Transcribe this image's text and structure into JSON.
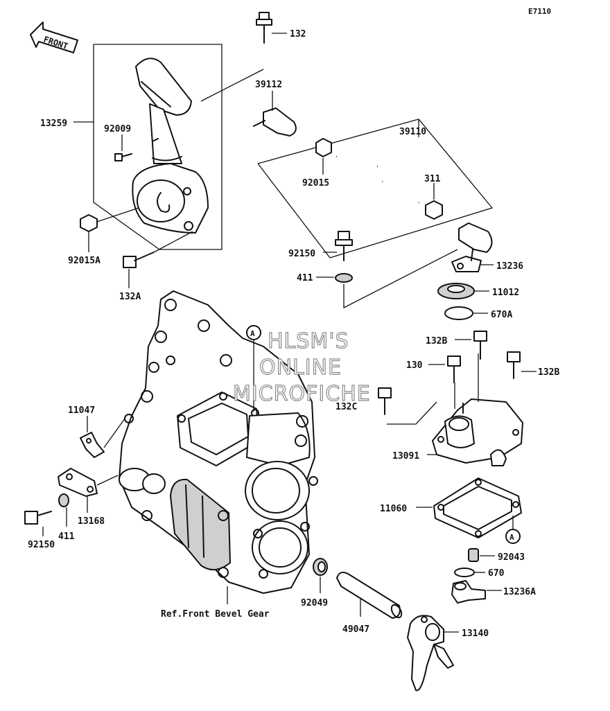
{
  "diagram_code": "E7110",
  "front_label": "FRONT",
  "watermark": [
    "HLSM'S",
    "ONLINE",
    "MICROFICHE"
  ],
  "ref_circle": "A",
  "parts": {
    "p132": "132",
    "p39112": "39112",
    "p13259": "13259",
    "p92009": "92009",
    "p39110": "39110",
    "p92015": "92015",
    "p311": "311",
    "p92015A": "92015A",
    "p92150_top": "92150",
    "p132A": "132A",
    "p13236": "13236",
    "p411_top": "411",
    "p11012": "11012",
    "p670A": "670A",
    "p132B_top": "132B",
    "p130": "130",
    "p132B_right": "132B",
    "p132C": "132C",
    "p11047": "11047",
    "p13091": "13091",
    "p13168": "13168",
    "p11060": "11060",
    "p92150_bot": "92150",
    "p411_bot": "411",
    "p92043": "92043",
    "p670": "670",
    "p13236A": "13236A",
    "p92049": "92049",
    "p49047": "49047",
    "p13140": "13140"
  },
  "ref_note": "Ref.Front Bevel Gear"
}
